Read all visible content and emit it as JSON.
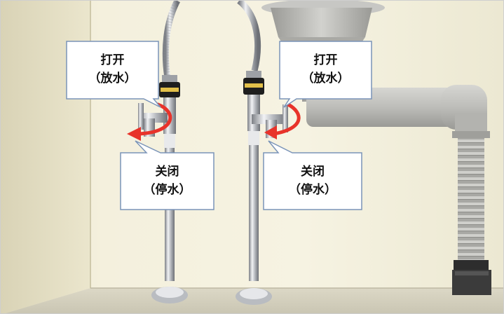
{
  "callouts": {
    "left_open": {
      "line1": "打开",
      "line2": "（放水）"
    },
    "left_close": {
      "line1": "关闭",
      "line2": "（停水）"
    },
    "right_open": {
      "line1": "打开",
      "line2": "（放水）"
    },
    "right_close": {
      "line1": "关闭",
      "line2": "（停水）"
    }
  },
  "colors": {
    "arrow": "#e8332a",
    "callout_fill": "#ffffff",
    "callout_border": "#7a94b8",
    "cabinet_wall": "#f3efdc",
    "chrome": "#c9ccd0",
    "gray_pipe": "#b8b8b4"
  }
}
